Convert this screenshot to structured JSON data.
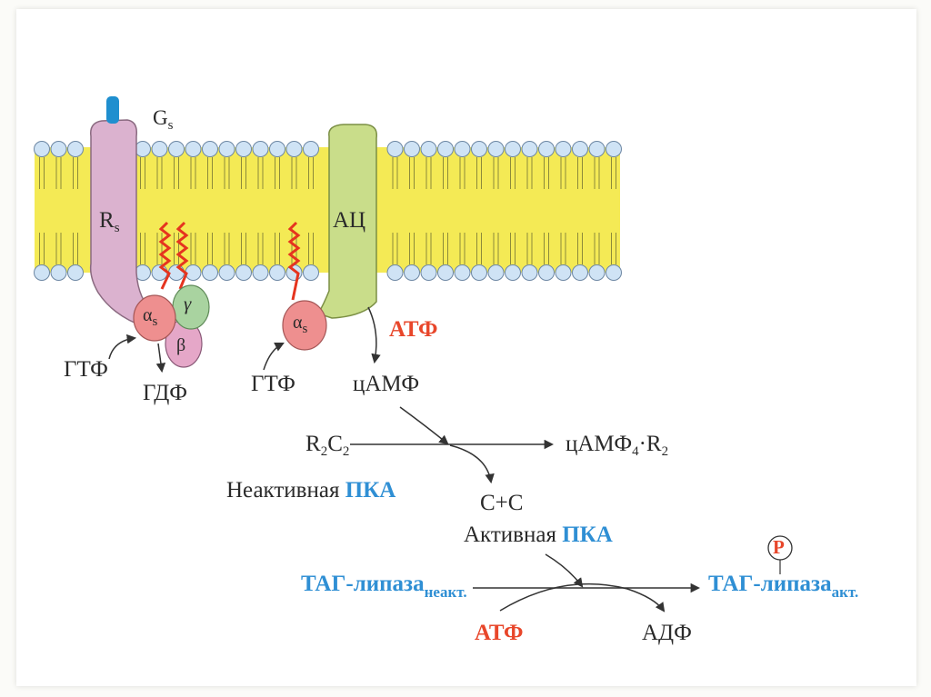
{
  "diagram": {
    "membrane": {
      "receptor_label": "R",
      "receptor_sub": "s",
      "gs_label": "G",
      "gs_sub": "s",
      "ac_label": "АЦ"
    },
    "subunits": {
      "alpha": "α",
      "alpha_sub": "s",
      "gamma": "γ",
      "beta": "β"
    },
    "labels": {
      "gtp_left": "ГТФ",
      "gdp": "ГДФ",
      "gtp_right": "ГТФ",
      "atp_top": "АТФ",
      "camp": "цАМФ",
      "r2c2": "R",
      "r2c2_sub1": "2",
      "r2c2_c": "C",
      "r2c2_sub2": "2",
      "inactive_word": "Неактивная",
      "pka": "ПКА",
      "camp_complex": "цАМФ",
      "camp_complex_sub": "4",
      "camp_complex_r": "·R",
      "camp_complex_sub2": "2",
      "c_plus_c": "C+C",
      "active_word": "Активная",
      "pka2": "ПКА",
      "tag_lipase_left": "ТАГ-липаза",
      "tag_lipase_left_sub": "неакт.",
      "tag_lipase_right": "ТАГ-липаза",
      "tag_lipase_right_sub": "акт.",
      "phosphate": "P",
      "atp_bottom": "АТФ",
      "adp": "АДФ"
    },
    "colors": {
      "membrane_yellow": "#f4ea55",
      "head_blue": "#cfe3f5",
      "receptor_pink": "#dbb2cf",
      "ac_green": "#c9dd8a",
      "alpha_red": "#ee8f8f",
      "gamma_green": "#a9d3a0",
      "beta_pink": "#e5a7c8",
      "label_red": "#e8462a",
      "label_blue": "#2f8fd4"
    }
  }
}
